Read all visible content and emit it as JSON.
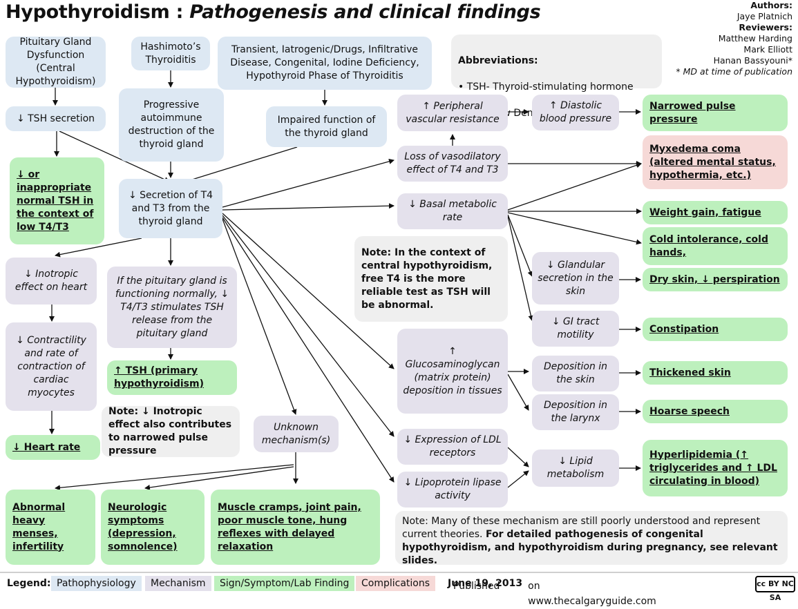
{
  "header": {
    "title_main": "Hypothyroidism : ",
    "title_sub": "Pathogenesis and clinical findings"
  },
  "authors": {
    "authors_label": "Authors:",
    "author": "Jaye Platnich",
    "reviewers_label": "Reviewers:",
    "reviewer_1": "Matthew Harding",
    "reviewer_2": "Mark Elliott",
    "reviewer_3": "Hanan Bassyouni*",
    "footnote": "* MD at time of publication"
  },
  "abbreviations": {
    "label": "Abbreviations:",
    "item_1": "• TSH- Thyroid-stimulating hormone",
    "item_2": "• LDL- Low Density Lipoprotein"
  },
  "nodes": {
    "pituitary": "Pituitary Gland Dysfunction (Central Hypothyroidism)",
    "hashimoto": "Hashimoto’s Thyroiditis",
    "transient": "Transient, Iatrogenic/Drugs, Infiltrative Disease, Congenital, Iodine Deficiency, Hypothyroid Phase of Thyroiditis",
    "tsh_secretion": "↓ TSH secretion",
    "progressive": "Progressive autoimmune destruction of the thyroid gland",
    "impaired": "Impaired function of the thyroid gland",
    "low_tsh": "↓ or inappropriate normal TSH in the context of low T4/T3",
    "secretion_t4": "↓ Secretion of T4 and T3 from the thyroid gland",
    "inotropic": "↓ Inotropic effect on heart",
    "contractility": "↓ Contractility and rate of contraction of cardiac myocytes",
    "heart_rate": "↓ Heart rate",
    "if_pituitary": "If the pituitary gland is functioning normally, ↓ T4/T3 stimulates TSH release from the pituitary gland",
    "tsh_primary": "↑ TSH (primary hypothyroidism)",
    "note_inotropic": "Note: ↓ Inotropic effect also contributes to narrowed pulse pressure",
    "unknown": "Unknown mechanism(s)",
    "periph_resistance": "↑ Peripheral vascular resistance",
    "loss_vasodilatory": "Loss of vasodilatory effect of T4 and T3",
    "basal_metabolic": "↓ Basal metabolic rate",
    "note_central": "Note: In the context of central hypothyroidism, free T4 is the more reliable test as TSH will be abnormal.",
    "glycosaminoglycan": "↑ Glucosaminoglycan (matrix protein) deposition in tissues",
    "ldl_receptors": "↓ Expression of LDL receptors",
    "lipoprotein_lipase": "↓ Lipoprotein lipase activity",
    "diastolic": "↑ Diastolic blood pressure",
    "glandular": "↓ Glandular secretion in the skin",
    "gi_motility": "↓ GI tract motility",
    "deposition_skin": "Deposition in the skin",
    "deposition_larynx": "Deposition in the larynx",
    "lipid_metabolism": "↓ Lipid metabolism",
    "narrowed_pulse": "Narrowed pulse pressure",
    "myxedema": "Myxedema coma (altered mental status, hypothermia, etc.)",
    "weight_gain": "Weight gain, fatigue",
    "cold_intolerance": "Cold intolerance, cold hands,",
    "dry_skin": "Dry skin, ↓ perspiration",
    "constipation": "Constipation",
    "thickened_skin": "Thickened skin",
    "hoarse_speech": "Hoarse speech",
    "hyperlipidemia": "Hyperlipidemia (↑ triglycerides and ↑ LDL circulating in blood)",
    "abnormal_menses": "Abnormal heavy menses, infertility",
    "neurologic": "Neurologic symptoms (depression, somnolence)",
    "muscle_cramps": "Muscle cramps, joint pain, poor muscle tone, hung reflexes with delayed relaxation"
  },
  "bottom_note": {
    "text_plain": "Note: Many of these mechanism are still poorly understood and represent current theories. ",
    "text_bold": "For detailed pathogenesis of congenital hypothyroidism, and hypothyroidism during pregnancy, see relevant slides."
  },
  "legend": {
    "label": "Legend:",
    "pathophysiology": "Pathophysiology",
    "mechanism": "Mechanism",
    "sign": "Sign/Symptom/Lab Finding",
    "complications": "Complications",
    "published_prefix": "Published ",
    "published_date": "June 19, 2013",
    "published_suffix": " on www.thecalgaryguide.com",
    "license": "cc BY NC SA"
  },
  "colors": {
    "pathophysiology": "#dde8f3",
    "mechanism": "#e4e1ec",
    "sign": "#bdf0bd",
    "complications": "#f6d9d7",
    "note": "#efefef"
  }
}
